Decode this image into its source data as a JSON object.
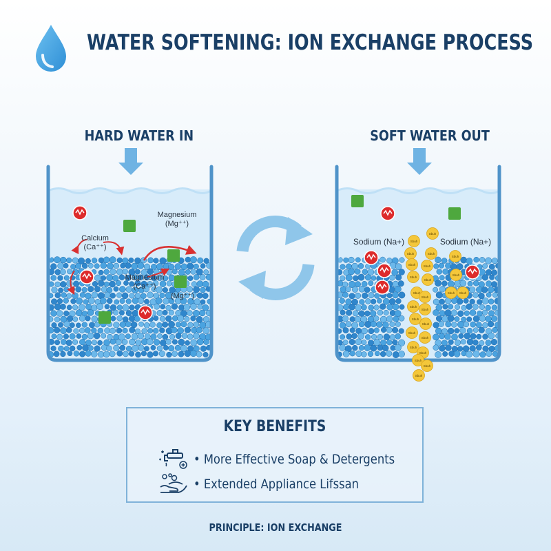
{
  "header": {
    "title": "WATER SOFTENING: ION EXCHANGE PROCESS",
    "icon": "water-drop-icon"
  },
  "left_tank": {
    "label": "HARD WATER IN",
    "ion_labels": {
      "calcium_name": "Calcium",
      "calcium_formula": "(Ca⁺⁺)",
      "magnesium_name": "Magnesium",
      "magnesium_formula": "(Mg⁺⁺)",
      "magnesium2_name": "Magnesium",
      "magnesium2_formula": "(Ca⁺⁺)",
      "mg_formula": "(Mg⁺⁺)"
    }
  },
  "exchange_icon": "cycle-arrows-icon",
  "right_tank": {
    "label": "SOFT WATER OUT",
    "ion_labels": {
      "sodium_left": "Sodium (Na+)",
      "sodium_right": "Sodium (Na+)"
    },
    "sodium_bead_text": [
      "Sbuh",
      "Sbuh",
      "Sbuh",
      "Sbuh",
      "Sbuh",
      "Sbuh",
      "Sbuh",
      "Sbuh",
      "Sbuh",
      "Sbuh",
      "Sbuh",
      "Sbuh",
      "Sbuh",
      "Sbuh",
      "Sbuh",
      "Sbuh",
      "Sbuh",
      "Sbuh",
      "Sbuh",
      "Sbuh",
      "Sbuh",
      "Sbuh",
      "Sbuh",
      "Sbuh",
      "Sbuh"
    ]
  },
  "benefits": {
    "title": "KEY BENEFITS",
    "items": [
      {
        "icon": "faucet-icon",
        "text": "• More Effective Soap & Detergents"
      },
      {
        "icon": "washing-hands-icon",
        "text": "• Extended Appliance Lifssan"
      }
    ]
  },
  "footer": {
    "principle": "PRINCIPLE: ION EXCHANGE"
  },
  "colors": {
    "title": "#1a3f66",
    "arrow": "#6fb3e3",
    "tank_border": "#4f93c9",
    "water": "#d7ecfa",
    "resin_bead": "#3d95d6",
    "calcium_ion": "#dd2b2b",
    "magnesium_ion": "#4ea83e",
    "sodium_ion": "#f4c73a",
    "curve_arrow": "#d93030"
  }
}
